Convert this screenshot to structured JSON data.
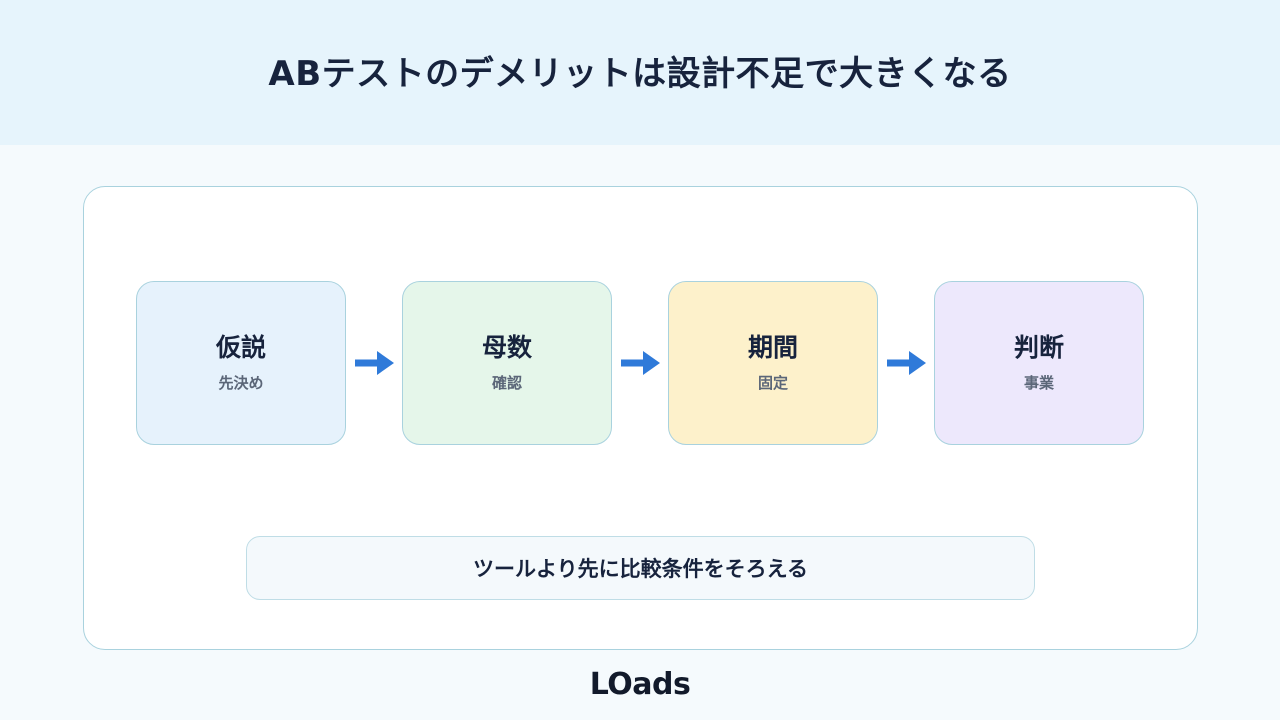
{
  "header": {
    "title": "ABテストのデメリットは設計不足で大きくなる"
  },
  "steps": [
    {
      "title": "仮説",
      "sub": "先決め",
      "bg": "#e6f2fc"
    },
    {
      "title": "母数",
      "sub": "確認",
      "bg": "#e5f6ea"
    },
    {
      "title": "期間",
      "sub": "固定",
      "bg": "#fdf1cb"
    },
    {
      "title": "判断",
      "sub": "事業",
      "bg": "#ede8fc"
    }
  ],
  "note": {
    "text": "ツールより先に比較条件をそろえる"
  },
  "logo": {
    "text": "LOads"
  },
  "colors": {
    "arrow": "#2f7ad9",
    "border": "#a9d2de"
  }
}
